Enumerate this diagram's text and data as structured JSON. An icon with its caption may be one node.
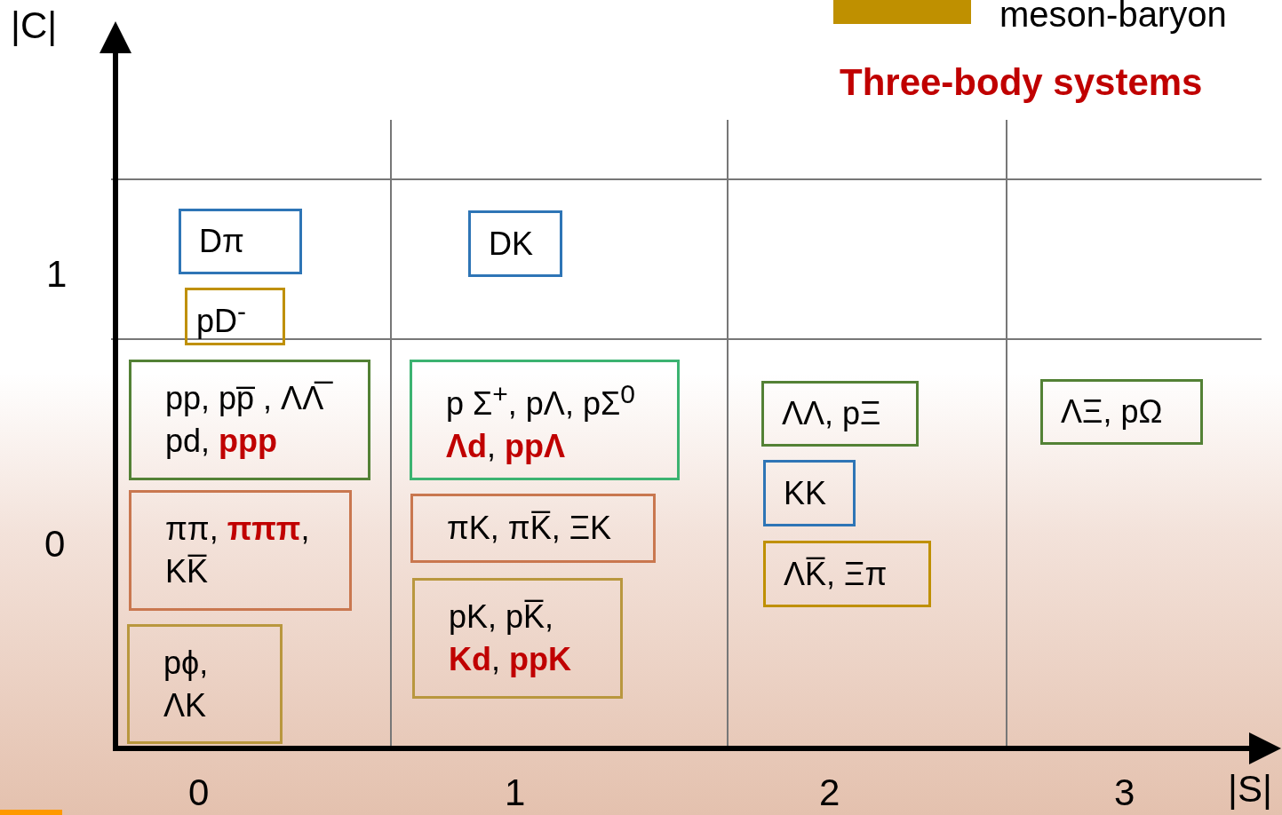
{
  "diagram": {
    "title": "Three-body systems",
    "nodes": [
      {
        "text": [
          "Dπ"
        ]
      },
      {
        "text": [
          "DK"
        ]
      },
      {
        "text": [
          "pD$^{-}$"
        ]
      },
      {
        "text": [
          "pp, pp̅ , ΛΛ̅",
          "pd, **ppp**"
        ]
      },
      {
        "text": [
          "p Σ$^{+}$, pΛ, pΣ$^{0}$",
          "**Λd**, **ppΛ**"
        ]
      },
      {
        "text": [
          "ΛΛ, pΞ"
        ]
      },
      {
        "text": [
          "ΛΞ, pΩ"
        ]
      },
      {
        "text": [
          "KK"
        ]
      },
      {
        "text": [
          "ππ, **πππ**,",
          "KK̅"
        ]
      },
      {
        "text": [
          "πK, πK̅, ΞK"
        ]
      },
      {
        "text": [
          "ΛK̅, Ξπ"
        ]
      },
      {
        "text": [
          "pK, pK̅,",
          "**Kd**, **ppK**"
        ]
      },
      {
        "text": [
          "pϕ,",
          "ΛK"
        ]
      }
    ],
    "labels": [
      "|C|",
      "1",
      "0",
      "0",
      "1",
      "2",
      "3",
      "|S|"
    ],
    "legend": [
      {
        "text": "meson-baryon",
        "color": "#bf9000"
      }
    ]
  }
}
